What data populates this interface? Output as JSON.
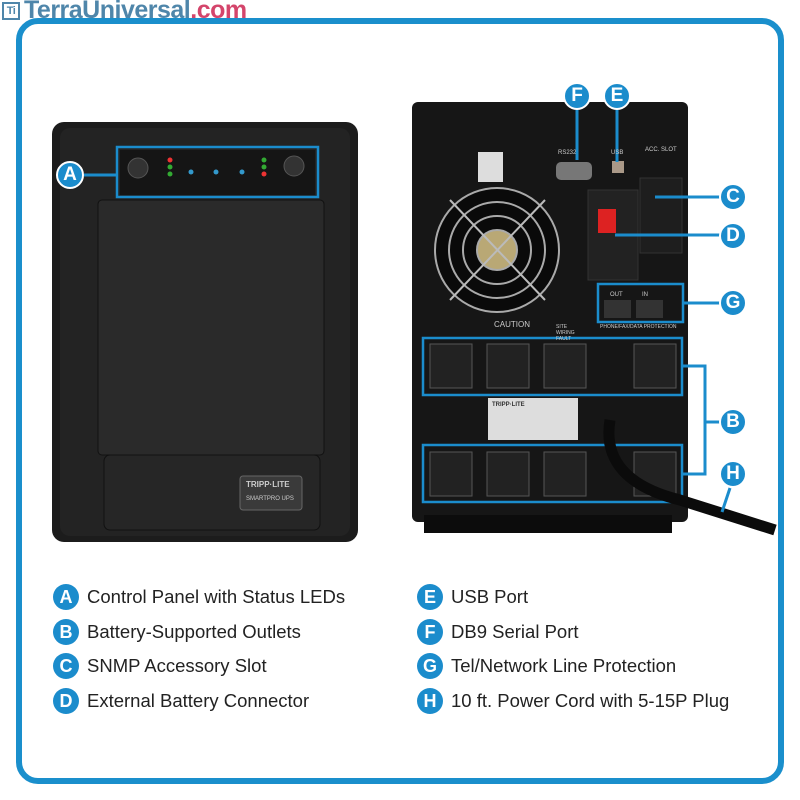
{
  "brand": {
    "name": "TerraUniversal",
    ".com": ".com",
    "mark": "Ti"
  },
  "front": {
    "brand_badge": "TRIPP·LITE",
    "model": "SMARTPRO UPS"
  },
  "rear": {
    "rs232": "RS232",
    "usb": "USB",
    "acc_slot": "ACC. SLOT",
    "caution": "CAUTION",
    "out": "OUT",
    "in": "IN",
    "protection": "PHONE/FAX/DATA PROTECTION",
    "site_wiring": "SITE WIRING FAULT",
    "label_brand": "TRIPP·LITE"
  },
  "legend": [
    {
      "letter": "A",
      "text": "Control Panel with Status LEDs"
    },
    {
      "letter": "B",
      "text": "Battery-Supported Outlets"
    },
    {
      "letter": "C",
      "text": "SNMP Accessory Slot"
    },
    {
      "letter": "D",
      "text": "External Battery Connector"
    },
    {
      "letter": "E",
      "text": "USB Port"
    },
    {
      "letter": "F",
      "text": "DB9 Serial Port"
    },
    {
      "letter": "G",
      "text": "Tel/Network Line Protection"
    },
    {
      "letter": "H",
      "text": "10 ft. Power Cord with 5-15P Plug"
    }
  ],
  "colors": {
    "accent": "#1b8ccc",
    "logo_blue": "#4f86aa",
    "logo_pink": "#d4456b"
  }
}
